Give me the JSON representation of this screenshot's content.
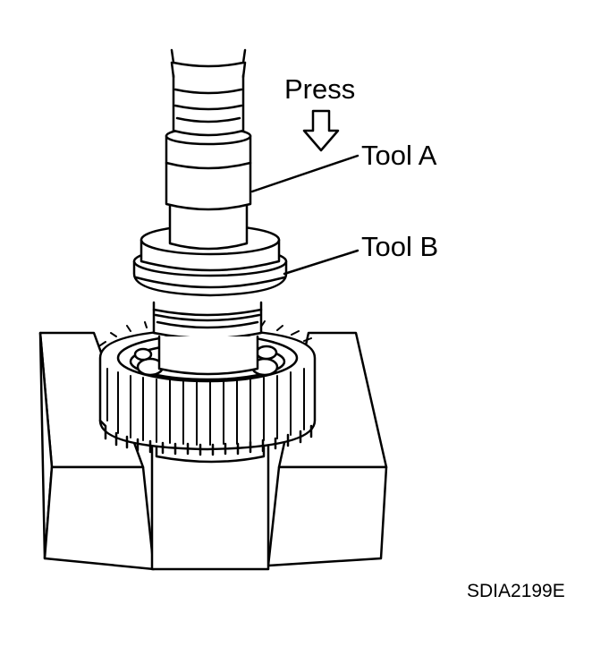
{
  "labels": {
    "press": "Press",
    "tool_a": "Tool A",
    "tool_b": "Tool B",
    "figure_code": "SDIA2199E"
  },
  "colors": {
    "stroke": "#000000",
    "fill": "#ffffff"
  }
}
